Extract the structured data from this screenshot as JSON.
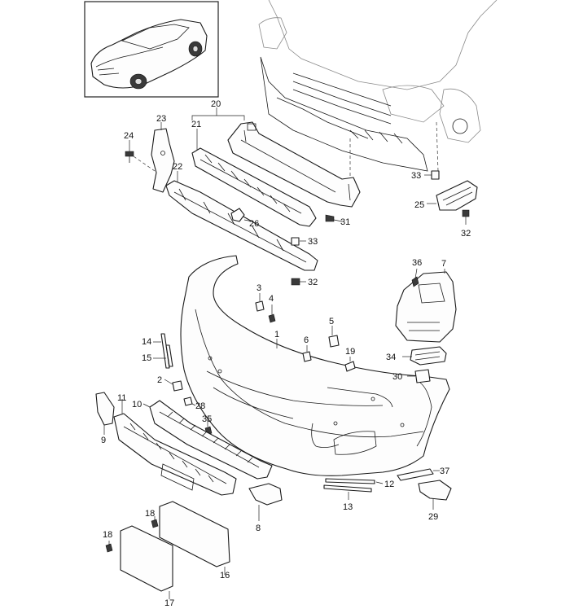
{
  "callouts": [
    {
      "id": "1",
      "label": "1"
    },
    {
      "id": "2",
      "label": "2"
    },
    {
      "id": "3",
      "label": "3"
    },
    {
      "id": "4",
      "label": "4"
    },
    {
      "id": "5",
      "label": "5"
    },
    {
      "id": "6",
      "label": "6"
    },
    {
      "id": "7",
      "label": "7"
    },
    {
      "id": "8",
      "label": "8"
    },
    {
      "id": "9",
      "label": "9"
    },
    {
      "id": "10",
      "label": "10"
    },
    {
      "id": "11",
      "label": "11"
    },
    {
      "id": "12",
      "label": "12"
    },
    {
      "id": "13",
      "label": "13"
    },
    {
      "id": "14",
      "label": "14"
    },
    {
      "id": "15",
      "label": "15"
    },
    {
      "id": "16",
      "label": "16"
    },
    {
      "id": "17",
      "label": "17"
    },
    {
      "id": "18a",
      "label": "18"
    },
    {
      "id": "18b",
      "label": "18"
    },
    {
      "id": "19",
      "label": "19"
    },
    {
      "id": "20",
      "label": "20"
    },
    {
      "id": "21",
      "label": "21"
    },
    {
      "id": "22",
      "label": "22"
    },
    {
      "id": "23",
      "label": "23"
    },
    {
      "id": "24",
      "label": "24"
    },
    {
      "id": "25",
      "label": "25"
    },
    {
      "id": "26",
      "label": "26"
    },
    {
      "id": "28",
      "label": "28"
    },
    {
      "id": "29",
      "label": "29"
    },
    {
      "id": "30",
      "label": "30"
    },
    {
      "id": "31",
      "label": "31"
    },
    {
      "id": "32a",
      "label": "32"
    },
    {
      "id": "32b",
      "label": "32"
    },
    {
      "id": "33a",
      "label": "33"
    },
    {
      "id": "33b",
      "label": "33"
    },
    {
      "id": "34",
      "label": "34"
    },
    {
      "id": "35",
      "label": "35"
    },
    {
      "id": "36",
      "label": "36"
    },
    {
      "id": "37",
      "label": "37"
    }
  ]
}
